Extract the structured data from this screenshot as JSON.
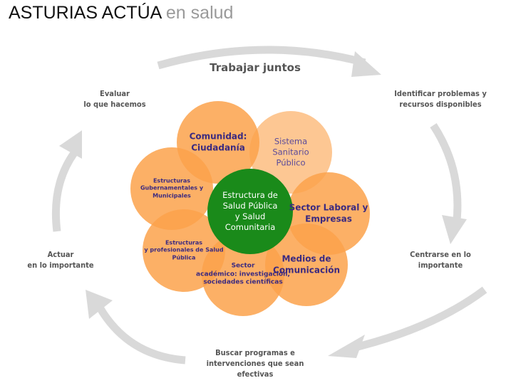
{
  "header": {
    "title_main": "ASTURIAS  ACTÚA",
    "title_sub": "en salud"
  },
  "cycle": {
    "center_title": "Trabajar juntos",
    "steps": [
      {
        "id": "evaluar",
        "lines": [
          "Evaluar",
          "lo que hacemos"
        ]
      },
      {
        "id": "identificar",
        "lines": [
          "Identificar problemas y",
          "recursos disponibles"
        ]
      },
      {
        "id": "centrarse",
        "lines": [
          "Centrarse en lo",
          "importante"
        ]
      },
      {
        "id": "buscar",
        "lines": [
          "Buscar programas e",
          "intervenciones que sean",
          "efectivas"
        ]
      },
      {
        "id": "actuar",
        "lines": [
          "Actuar",
          "en lo importante"
        ]
      }
    ]
  },
  "flower": {
    "center": {
      "lines": [
        "Estructura de",
        "Salud Pública",
        "y Salud",
        "Comunitaria"
      ],
      "color": "#1a8a1a"
    },
    "petals": [
      {
        "id": "comunidad",
        "lines": [
          "Comunidad:",
          "Ciudadanía"
        ],
        "color": "#fba24b"
      },
      {
        "id": "sistema-sanitario",
        "lines": [
          "Sistema",
          "Sanitario",
          "Público"
        ],
        "color": "#fdbd80"
      },
      {
        "id": "estructuras-gubernamentales",
        "lines": [
          "Estructuras",
          "Gubernamentales y",
          "Municipales"
        ],
        "color": "#fba24b"
      },
      {
        "id": "sector-laboral",
        "lines": [
          "Sector Laboral y",
          "Empresas"
        ],
        "color": "#fba24b"
      },
      {
        "id": "estructuras-profesionales",
        "lines": [
          "Estructuras",
          "y profesionales de Salud",
          "Pública"
        ],
        "color": "#fba24b"
      },
      {
        "id": "medios",
        "lines": [
          "Medios de",
          "Comunicación"
        ],
        "color": "#fba24b"
      },
      {
        "id": "sector-academico",
        "lines": [
          "Sector",
          "académico: investigación,",
          "sociedades científicas"
        ],
        "color": "#fba24b"
      }
    ]
  },
  "colors": {
    "arrow": "#d9d9d9",
    "label_text": "#3b2a80",
    "step_text": "#555555"
  }
}
